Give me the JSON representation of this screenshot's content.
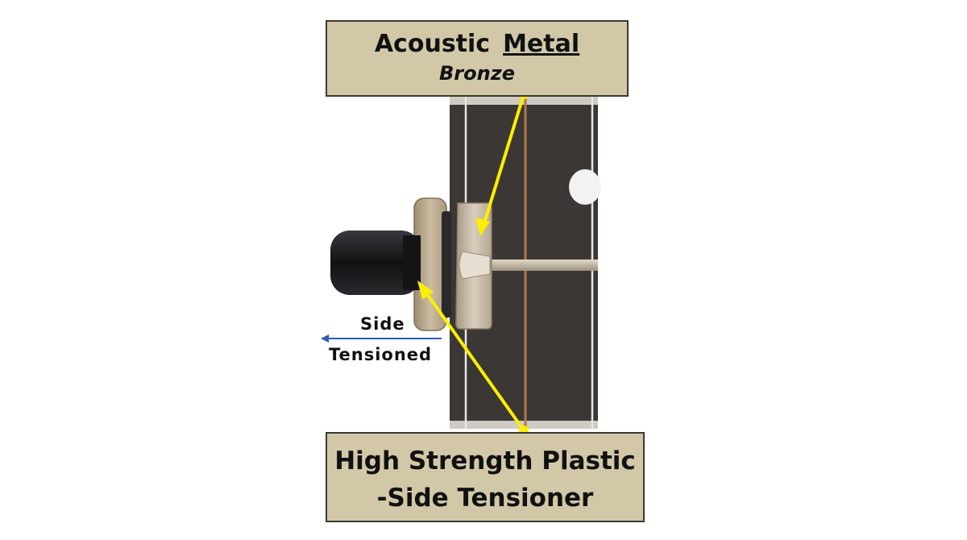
{
  "colors": {
    "box_fill": "#d2c8a8",
    "arrow": "#ffee00",
    "fretboard": "#3b3734",
    "tuner_body": "#bcae96",
    "knob": "#1c1c1e",
    "side_arrow": "#2a5db8"
  },
  "top_label": {
    "word1": "Acoustic",
    "word2": "Metal",
    "line2": "Bronze"
  },
  "bottom_label": {
    "line1": "High Strength Plastic",
    "line2": "-Side Tensioner"
  },
  "side_label": {
    "line1": "Side",
    "line2": "Tensioned"
  }
}
